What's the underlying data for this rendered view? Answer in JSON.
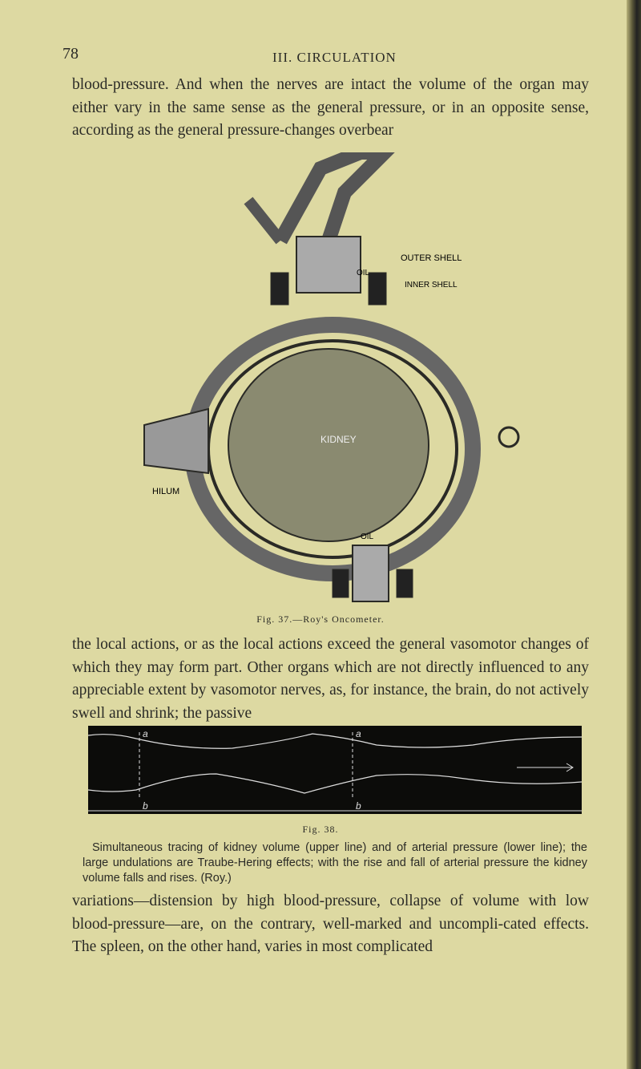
{
  "page_number": "78",
  "running_head": "III. CIRCULATION",
  "paragraph_1": "blood-pressure. And when the nerves are intact the volume of the organ may either vary in the same sense as the general pressure, or in an opposite sense, according as the general pressure-changes overbear",
  "figure_37": {
    "labels": {
      "outer_shell": "OUTER SHELL",
      "inner_shell": "INNER SHELL",
      "oil_top": "OIL",
      "oil_bottom": "OIL",
      "kidney": "KIDNEY",
      "hilum": "HILUM"
    },
    "caption": "Fig. 37.—Roy's Oncometer."
  },
  "paragraph_2": "the local actions, or as the local actions exceed the general vasomotor changes of which they may form part. Other organs which are not directly influenced to any appreciable extent by vasomotor nerves, as, for instance, the brain, do not actively swell and shrink; the passive",
  "figure_38": {
    "markers": {
      "a": "a",
      "b": "b"
    },
    "caption": "Fig. 38.",
    "description": "Simultaneous tracing of kidney volume (upper line) and of arterial pressure (lower line); the large undulations are Traube-Hering effects; with the rise and fall of arterial pressure the kidney volume falls and rises. (Roy.)"
  },
  "paragraph_3": "variations—distension by high blood-pressure, collapse of volume with low blood-pressure—are, on the contrary, well-marked and uncompli-cated effects. The spleen, on the other hand, varies in most complicated"
}
